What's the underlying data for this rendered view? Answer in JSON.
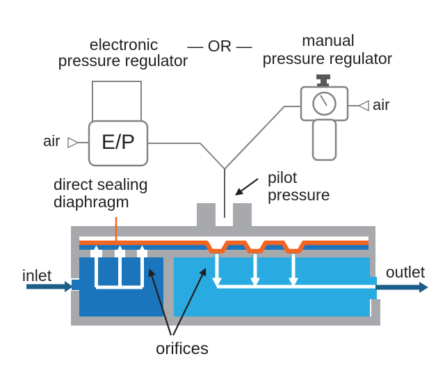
{
  "colors": {
    "gray": "#a7a9ac",
    "dark_gray": "#58595b",
    "line_gray": "#808285",
    "orange": "#f26522",
    "dark_blue": "#1b75bc",
    "light_blue": "#29abe2",
    "flow_blue": "#1b5e88",
    "text": "#231f20"
  },
  "title_row": {
    "electronic_line1": "electronic",
    "electronic_line2": "pressure regulator",
    "or_separator": "— OR —",
    "manual_line1": "manual",
    "manual_line2": "pressure regulator"
  },
  "components": {
    "ep_label": "E/P",
    "air_left": "air",
    "air_right": "air"
  },
  "callouts": {
    "pilot_line1": "pilot",
    "pilot_line2": "pressure",
    "diaphragm_line1": "direct sealing",
    "diaphragm_line2": "diaphragm",
    "inlet": "inlet",
    "outlet": "outlet",
    "orifices": "orifices"
  }
}
